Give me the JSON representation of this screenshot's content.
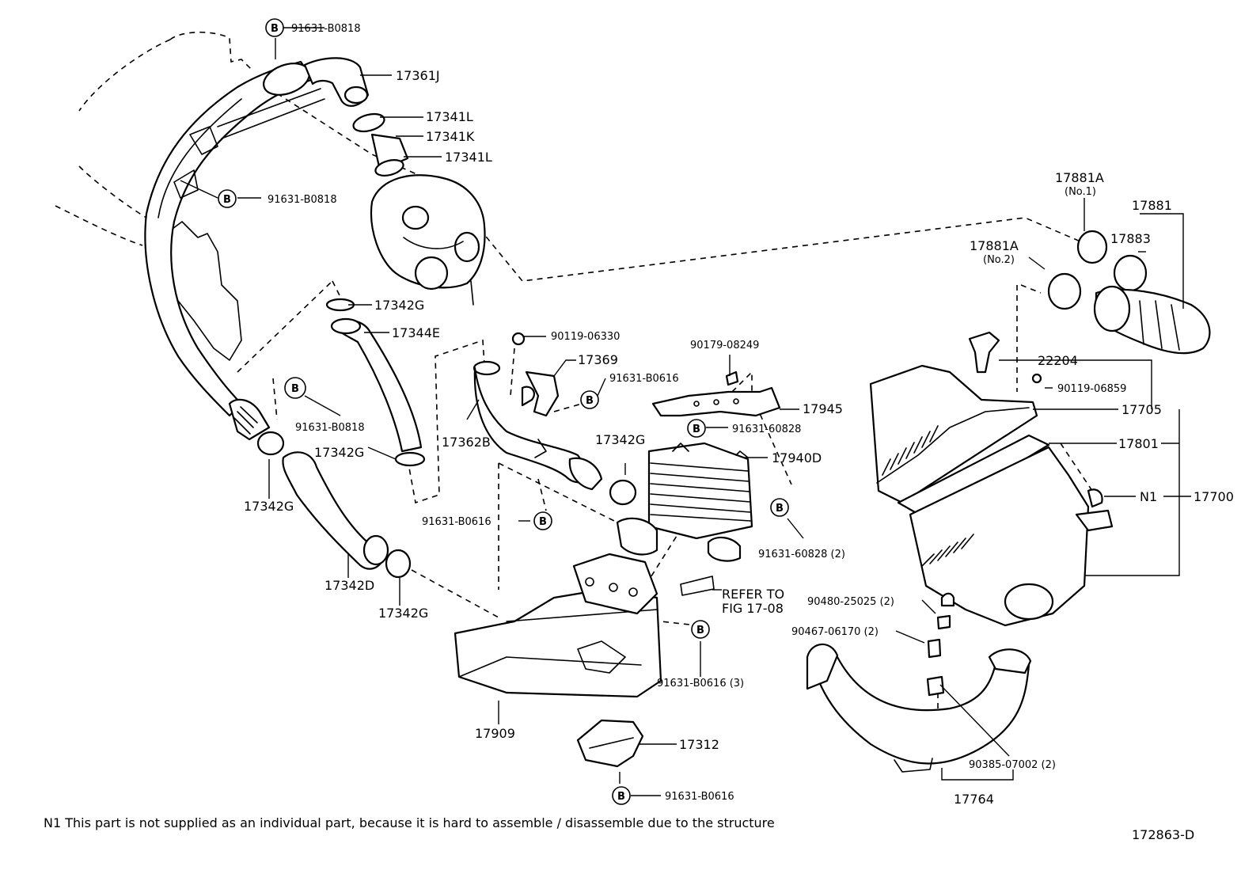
{
  "bolt_symbol": "B",
  "labels": {
    "l_17361J": "17361J",
    "l_17341L_a": "17341L",
    "l_17341K": "17341K",
    "l_17341L_b": "17341L",
    "l_b0818_top": "91631-B0818",
    "l_b0818_mid": "91631-B0818",
    "l_17342G_a": "17342G",
    "l_17344E": "17344E",
    "l_b0818_low": "91631-B0818",
    "l_17342G_b": "17342G",
    "l_17342G_c": "17342G",
    "l_17342D": "17342D",
    "l_17342G_d": "17342G",
    "l_90119_06330": "90119-06330",
    "l_17369": "17369",
    "l_b0616_a": "91631-B0616",
    "l_17362B": "17362B",
    "l_17342G_e": "17342G",
    "l_b0616_b": "91631-B0616",
    "l_90179": "90179-08249",
    "l_17945": "17945",
    "l_60828": "91631-60828",
    "l_17940D": "17940D",
    "l_60828_2": "91631-60828 (2)",
    "l_refer_1": "REFER TO",
    "l_refer_2": "FIG 17-08",
    "l_b0616_3": "91631-B0616 (3)",
    "l_17909": "17909",
    "l_17312": "17312",
    "l_b0616_c": "91631-B0616",
    "l_17881A_1": "17881A",
    "l_no1": "(No.1)",
    "l_17881": "17881",
    "l_17883": "17883",
    "l_17881A_2": "17881A",
    "l_no2": "(No.2)",
    "l_22204": "22204",
    "l_90119_06859": "90119-06859",
    "l_17705": "17705",
    "l_17801": "17801",
    "l_N1": "N1",
    "l_17700": "17700",
    "l_90480": "90480-25025 (2)",
    "l_90467": "90467-06170 (2)",
    "l_90385": "90385-07002 (2)",
    "l_17764": "17764"
  },
  "footnote": "N1  This part is not supplied as an individual part, because it is hard to assemble / disassemble due to the structure",
  "figure_id": "172863-D"
}
